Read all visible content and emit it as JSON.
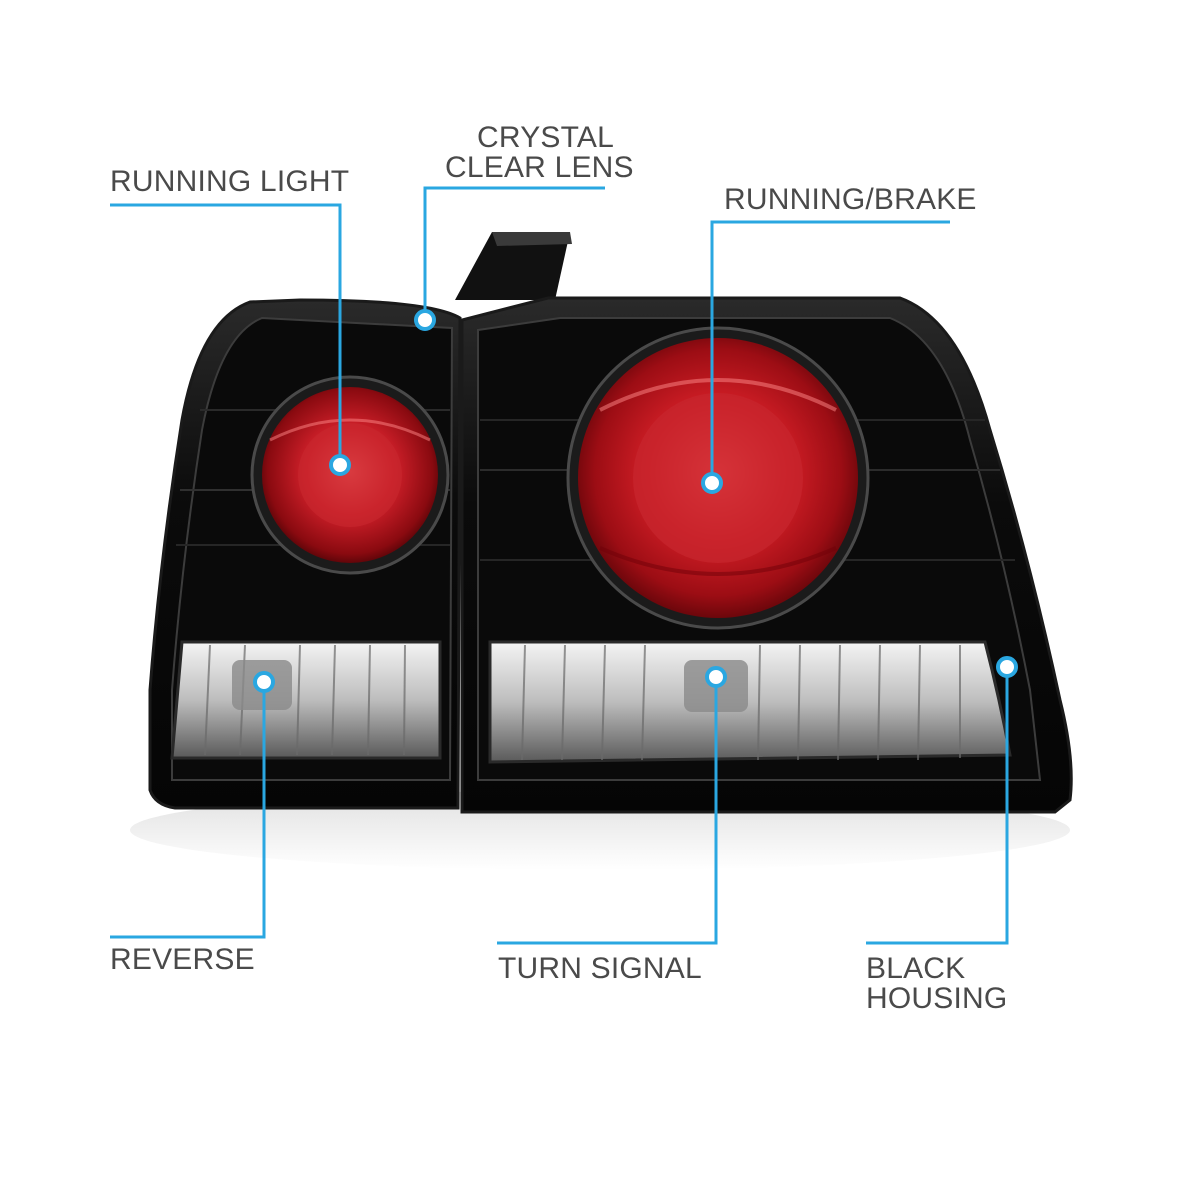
{
  "callouts": {
    "running_light": {
      "lines": [
        "RUNNING LIGHT"
      ]
    },
    "crystal_clear_lens": {
      "lines": [
        "CRYSTAL",
        "CLEAR LENS"
      ]
    },
    "running_brake": {
      "lines": [
        "RUNNING/BRAKE"
      ]
    },
    "reverse": {
      "lines": [
        "REVERSE"
      ]
    },
    "turn_signal": {
      "lines": [
        "TURN SIGNAL"
      ]
    },
    "black_housing": {
      "lines": [
        "BLACK",
        "HOUSING"
      ]
    }
  },
  "colors": {
    "callout_line": "#2aa7e1",
    "label_text": "#4a4a4a",
    "housing": "#0c0c0c",
    "lens_red": "#c41a22",
    "background": "#ffffff"
  }
}
